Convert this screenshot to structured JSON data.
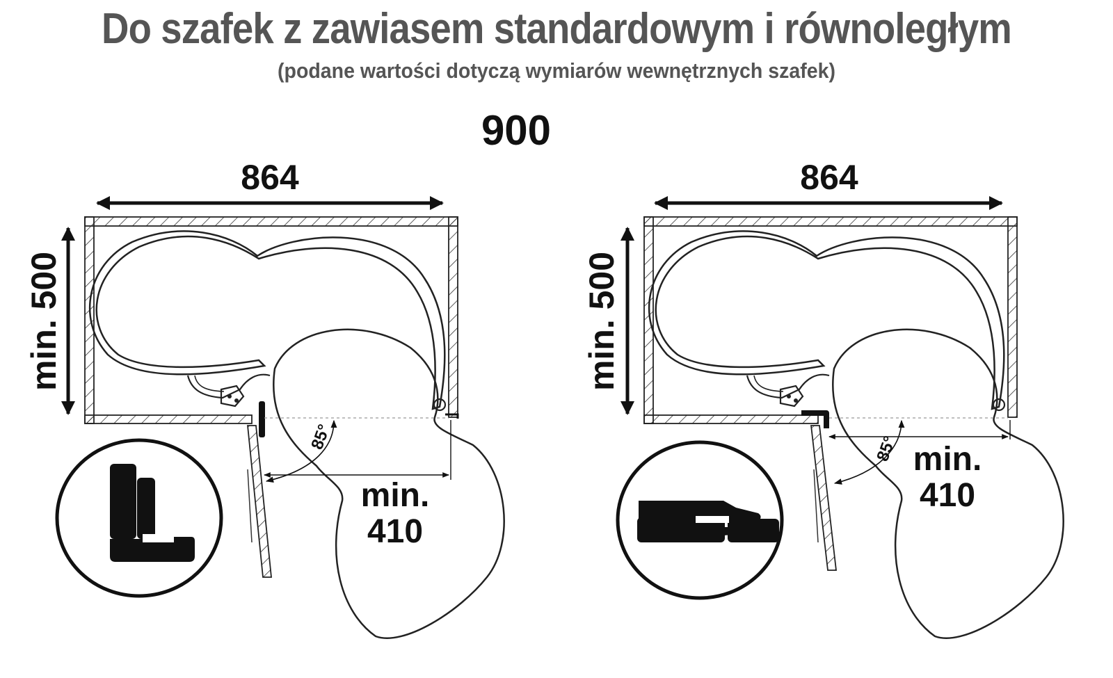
{
  "header": {
    "title": "Do szafek z zawiasem standardowym i równoległym",
    "subtitle": "(podane wartości dotyczą wymiarów wewnętrznych szafek)"
  },
  "cabinet_size": "900",
  "diagrams": [
    {
      "hinge_type": "standard",
      "width_label": "864",
      "depth_label": "min. 500",
      "angle_label": "85°",
      "opening_label_line1": "min.",
      "opening_label_line2": "410"
    },
    {
      "hinge_type": "parallel",
      "width_label": "864",
      "depth_label": "min. 500",
      "angle_label": "85°",
      "opening_label_line1": "min.",
      "opening_label_line2": "410"
    }
  ]
}
